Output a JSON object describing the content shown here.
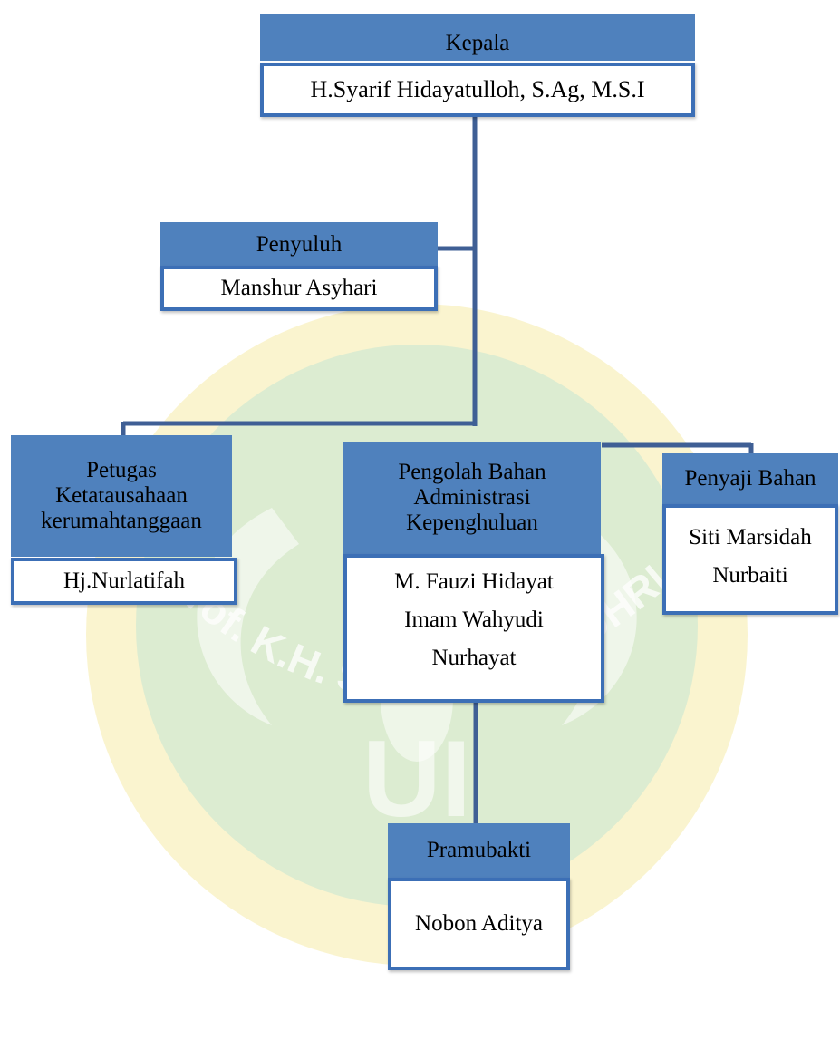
{
  "colors": {
    "header_fill": "#4f81bd",
    "body_border": "#3c6fb6",
    "connector": "#3f5f95",
    "watermark_green": "#cfe8d2",
    "watermark_gold": "#f6eba8"
  },
  "watermark": {
    "text": "Prof. K.H. SAIFUDDIN ZUHRI",
    "emblem_letters": "UI"
  },
  "org": {
    "kepala": {
      "title": "Kepala",
      "names": [
        "H.Syarif Hidayatulloh, S.Ag, M.S.I"
      ]
    },
    "penyuluh": {
      "title": "Penyuluh",
      "names": [
        "Manshur Asyhari"
      ]
    },
    "petugas": {
      "title": "Petugas\nKetatausahaan\nkerumahtanggaan",
      "names": [
        "Hj.Nurlatifah"
      ]
    },
    "pengolah": {
      "title": "Pengolah Bahan\nAdministrasi\nKepenghuluan",
      "names": [
        "M. Fauzi Hidayat",
        "Imam Wahyudi",
        "Nurhayat"
      ]
    },
    "penyaji": {
      "title": "Penyaji Bahan",
      "names": [
        "Siti Marsidah",
        "Nurbaiti"
      ]
    },
    "pramubakti": {
      "title": "Pramubakti",
      "names": [
        "Nobon Aditya"
      ]
    }
  }
}
